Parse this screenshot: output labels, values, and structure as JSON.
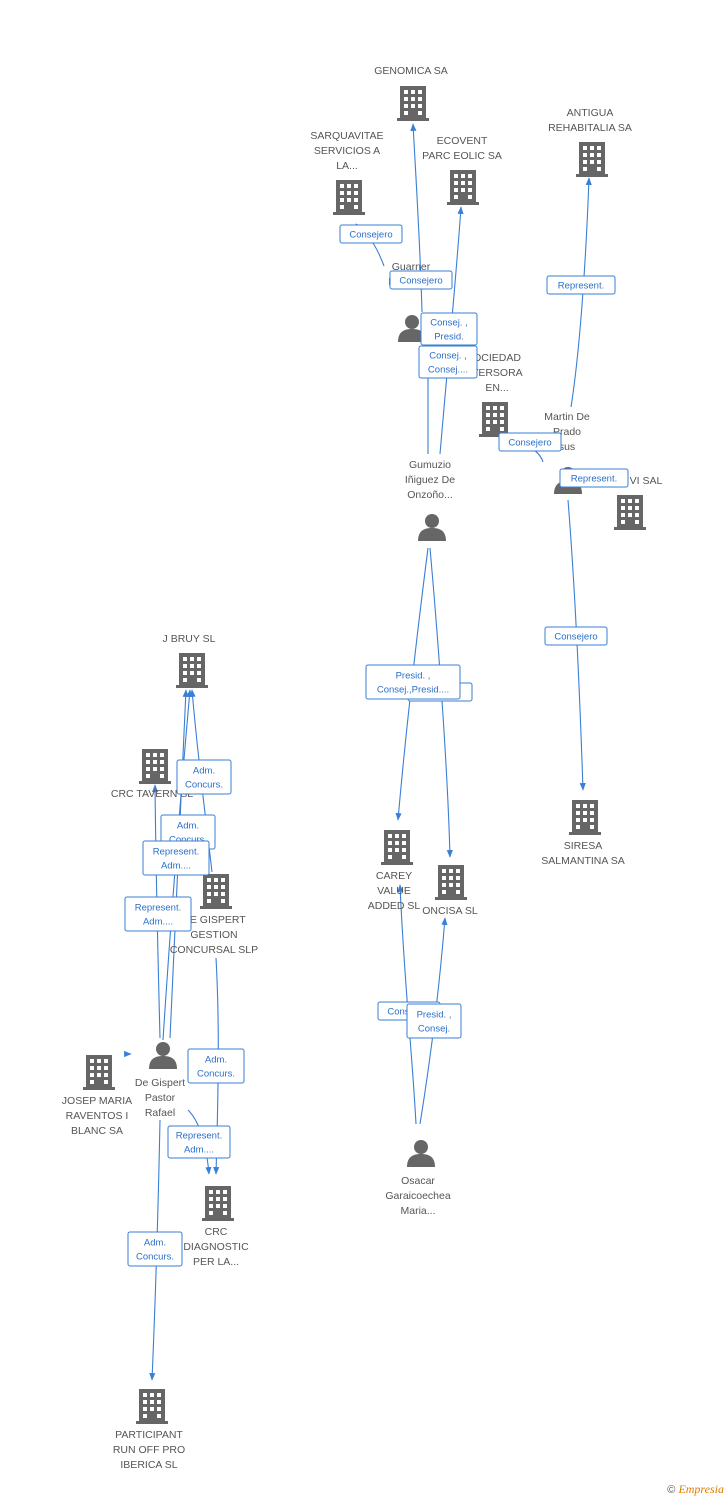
{
  "colors": {
    "edge": "#3a7fd5",
    "label_text": "#2a6fc9",
    "node_icon": "#666666",
    "node_text": "#555555"
  },
  "nodes": [
    {
      "id": "genomica",
      "kind": "company",
      "icon": "building-icon",
      "lines": [
        "GENOMICA SA"
      ]
    },
    {
      "id": "sarquavitae",
      "kind": "company",
      "icon": "building-icon",
      "lines": [
        "SARQUAVITAE",
        "SERVICIOS A",
        "LA..."
      ]
    },
    {
      "id": "ecovent",
      "kind": "company",
      "icon": "building-icon",
      "lines": [
        "ECOVENT",
        "PARC EOLIC SA"
      ]
    },
    {
      "id": "antigua",
      "kind": "company",
      "icon": "building-icon",
      "lines": [
        "ANTIGUA",
        "REHABITALIA SA"
      ]
    },
    {
      "id": "guarner",
      "kind": "person",
      "icon": "person-icon",
      "lines": [
        "Guarner",
        "Francisco"
      ]
    },
    {
      "id": "sociedad",
      "kind": "company",
      "icon": "building-icon",
      "lines": [
        "OCIEDAD",
        "VERSORA",
        "EN..."
      ]
    },
    {
      "id": "martin",
      "kind": "person",
      "icon": "person-icon",
      "lines": [
        "Martin De",
        "Prado",
        "sus"
      ]
    },
    {
      "id": "visal",
      "kind": "company",
      "icon": "building-icon",
      "lines": [
        "VI SAL"
      ]
    },
    {
      "id": "gumuzio",
      "kind": "person",
      "icon": "person-icon",
      "lines": [
        "Gumuzio",
        "Iñiguez De",
        "Onzoño..."
      ]
    },
    {
      "id": "siresa",
      "kind": "company",
      "icon": "building-icon",
      "lines": [
        "SIRESA",
        "SALMANTINA SA"
      ]
    },
    {
      "id": "jbruy",
      "kind": "company",
      "icon": "building-icon",
      "lines": [
        "J BRUY SL"
      ]
    },
    {
      "id": "crctavern",
      "kind": "company",
      "icon": "building-icon",
      "lines": [
        "CRC TAVERN SL"
      ]
    },
    {
      "id": "degispertgestion",
      "kind": "company",
      "icon": "building-icon",
      "lines": [
        "DE GISPERT",
        "GESTION",
        "CONCURSAL SLP"
      ]
    },
    {
      "id": "carey",
      "kind": "company",
      "icon": "building-icon",
      "lines": [
        "CAREY",
        "VALUE",
        "ADDED SL"
      ]
    },
    {
      "id": "oncisa",
      "kind": "company",
      "icon": "building-icon",
      "lines": [
        "ONCISA SL"
      ]
    },
    {
      "id": "josep",
      "kind": "company",
      "icon": "building-icon",
      "lines": [
        "JOSEP MARIA",
        "RAVENTOS I",
        "BLANC SA"
      ]
    },
    {
      "id": "degispert",
      "kind": "person",
      "icon": "person-icon",
      "lines": [
        "De Gispert",
        "Pastor",
        "Rafael"
      ]
    },
    {
      "id": "osacar",
      "kind": "person",
      "icon": "person-icon",
      "lines": [
        "Osacar",
        "Garaicoechea",
        "Maria..."
      ]
    },
    {
      "id": "crcdiag",
      "kind": "company",
      "icon": "building-icon",
      "lines": [
        "CRC",
        "DIAGNOSTIC",
        "PER LA..."
      ]
    },
    {
      "id": "participant",
      "kind": "company",
      "icon": "building-icon",
      "lines": [
        "PARTICIPANT",
        "RUN OFF PRO",
        "IBERICA SL"
      ]
    }
  ],
  "edges": [
    {
      "from": "guarner",
      "to": "sarquavitae",
      "lines": [
        "Consejero"
      ]
    },
    {
      "from": "guarner",
      "to": "genomica",
      "lines": [
        "Consejero"
      ]
    },
    {
      "from": "gumuzio",
      "to": "ecovent",
      "lines": [
        "Consej. ,",
        "Presid."
      ]
    },
    {
      "from": "gumuzio",
      "to": "genomica",
      "lines": [
        "Consej. ,",
        "Consej...."
      ]
    },
    {
      "from": "martin",
      "to": "sociedad",
      "lines": [
        "Consejero"
      ]
    },
    {
      "from": "martin",
      "to": "antigua",
      "lines": [
        "Represent."
      ]
    },
    {
      "from": "martin",
      "to": "visal",
      "lines": [
        "Represent."
      ]
    },
    {
      "from": "martin",
      "to": "siresa",
      "lines": [
        "Consejero"
      ]
    },
    {
      "from": "gumuzio",
      "to": "oncisa",
      "lines": [
        "Presid."
      ]
    },
    {
      "from": "gumuzio",
      "to": "carey",
      "lines": [
        "Presid. ,",
        "Consej.,Presid...."
      ]
    },
    {
      "from": "degispert",
      "to": "jbruy",
      "lines": [
        "Adm.",
        "Concurs."
      ]
    },
    {
      "from": "degispertgestion",
      "to": "jbruy",
      "lines": [
        "Adm.",
        "Concurs."
      ]
    },
    {
      "from": "degispert",
      "to": "jbruy",
      "lines": [
        "Represent.",
        "Adm...."
      ]
    },
    {
      "from": "degispert",
      "to": "crctavern",
      "lines": [
        "Represent.",
        "Adm...."
      ]
    },
    {
      "from": "degispertgestion",
      "to": "crcdiag",
      "lines": [
        "Adm.",
        "Concurs."
      ]
    },
    {
      "from": "degispert",
      "to": "crcdiag",
      "lines": [
        "Represent.",
        "Adm...."
      ]
    },
    {
      "from": "degispert",
      "to": "participant",
      "lines": [
        "Adm.",
        "Concurs."
      ]
    },
    {
      "from": "degispert",
      "to": "josep",
      "lines": []
    },
    {
      "from": "osacar",
      "to": "carey",
      "lines": [
        "Consejero"
      ]
    },
    {
      "from": "osacar",
      "to": "oncisa",
      "lines": [
        "Presid. ,",
        "Consej."
      ]
    }
  ],
  "footer": {
    "copyright": "©",
    "brand": "Empresia"
  }
}
